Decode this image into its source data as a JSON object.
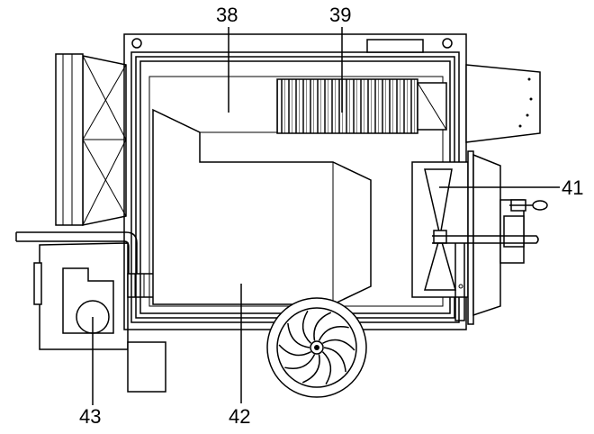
{
  "callouts": [
    {
      "id": "38",
      "label": "38"
    },
    {
      "id": "39",
      "label": "39"
    },
    {
      "id": "41",
      "label": "41"
    },
    {
      "id": "42",
      "label": "42"
    },
    {
      "id": "43",
      "label": "43"
    }
  ]
}
